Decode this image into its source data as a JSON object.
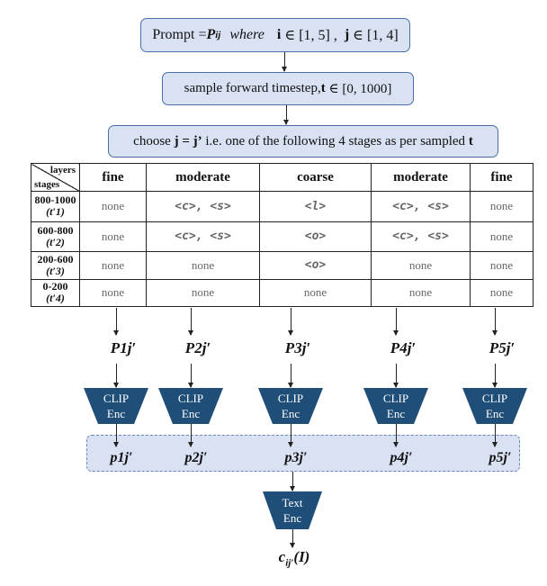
{
  "prompt": {
    "text": "Prompt = ",
    "P": "P",
    "sub": "ij",
    "where": "where",
    "i": "i",
    "i_range": "∈ [1, 5] ,",
    "j": "j",
    "j_range": "∈ [1, 4]"
  },
  "sample": {
    "text": "sample forward timestep, ",
    "t": "t",
    "range": "∈ [0, 1000]"
  },
  "choose": {
    "text1": "choose ",
    "bold": "j = j’",
    "text2": " i.e. one of the following 4 stages as per sampled ",
    "t": "t"
  },
  "table": {
    "corner_layers": "layers",
    "corner_stages": "stages",
    "headers": [
      "fine",
      "moderate",
      "coarse",
      "moderate",
      "fine"
    ],
    "rows": [
      {
        "range": "800-1000",
        "stage": "(t′1)",
        "cells": [
          "none",
          "<c>, <s>",
          "<l>",
          "<c>, <s>",
          "none"
        ]
      },
      {
        "range": "600-800",
        "stage": "(t′2)",
        "cells": [
          "none",
          "<c>, <s>",
          "<o>",
          "<c>, <s>",
          "none"
        ]
      },
      {
        "range": "200-600",
        "stage": "(t′3)",
        "cells": [
          "none",
          "none",
          "<o>",
          "none",
          "none"
        ]
      },
      {
        "range": "0-200",
        "stage": "(t′4)",
        "cells": [
          "none",
          "none",
          "none",
          "none",
          "none"
        ]
      }
    ]
  },
  "P_labels": [
    "P1j′",
    "P2j′",
    "P3j′",
    "P4j′",
    "P5j′"
  ],
  "clip": {
    "line1": "CLIP",
    "line2": "Enc"
  },
  "p_labels": [
    "p1j′",
    "p2j′",
    "p3j′",
    "p4j′",
    "p5j′"
  ],
  "text_enc": {
    "line1": "Text",
    "line2": "Enc"
  },
  "output": "cij′(I)",
  "colors": {
    "box_fill": "#d9e2f3",
    "box_border": "#4a6fa5",
    "encoder": "#1f4e79",
    "token": "#3c67b8"
  }
}
